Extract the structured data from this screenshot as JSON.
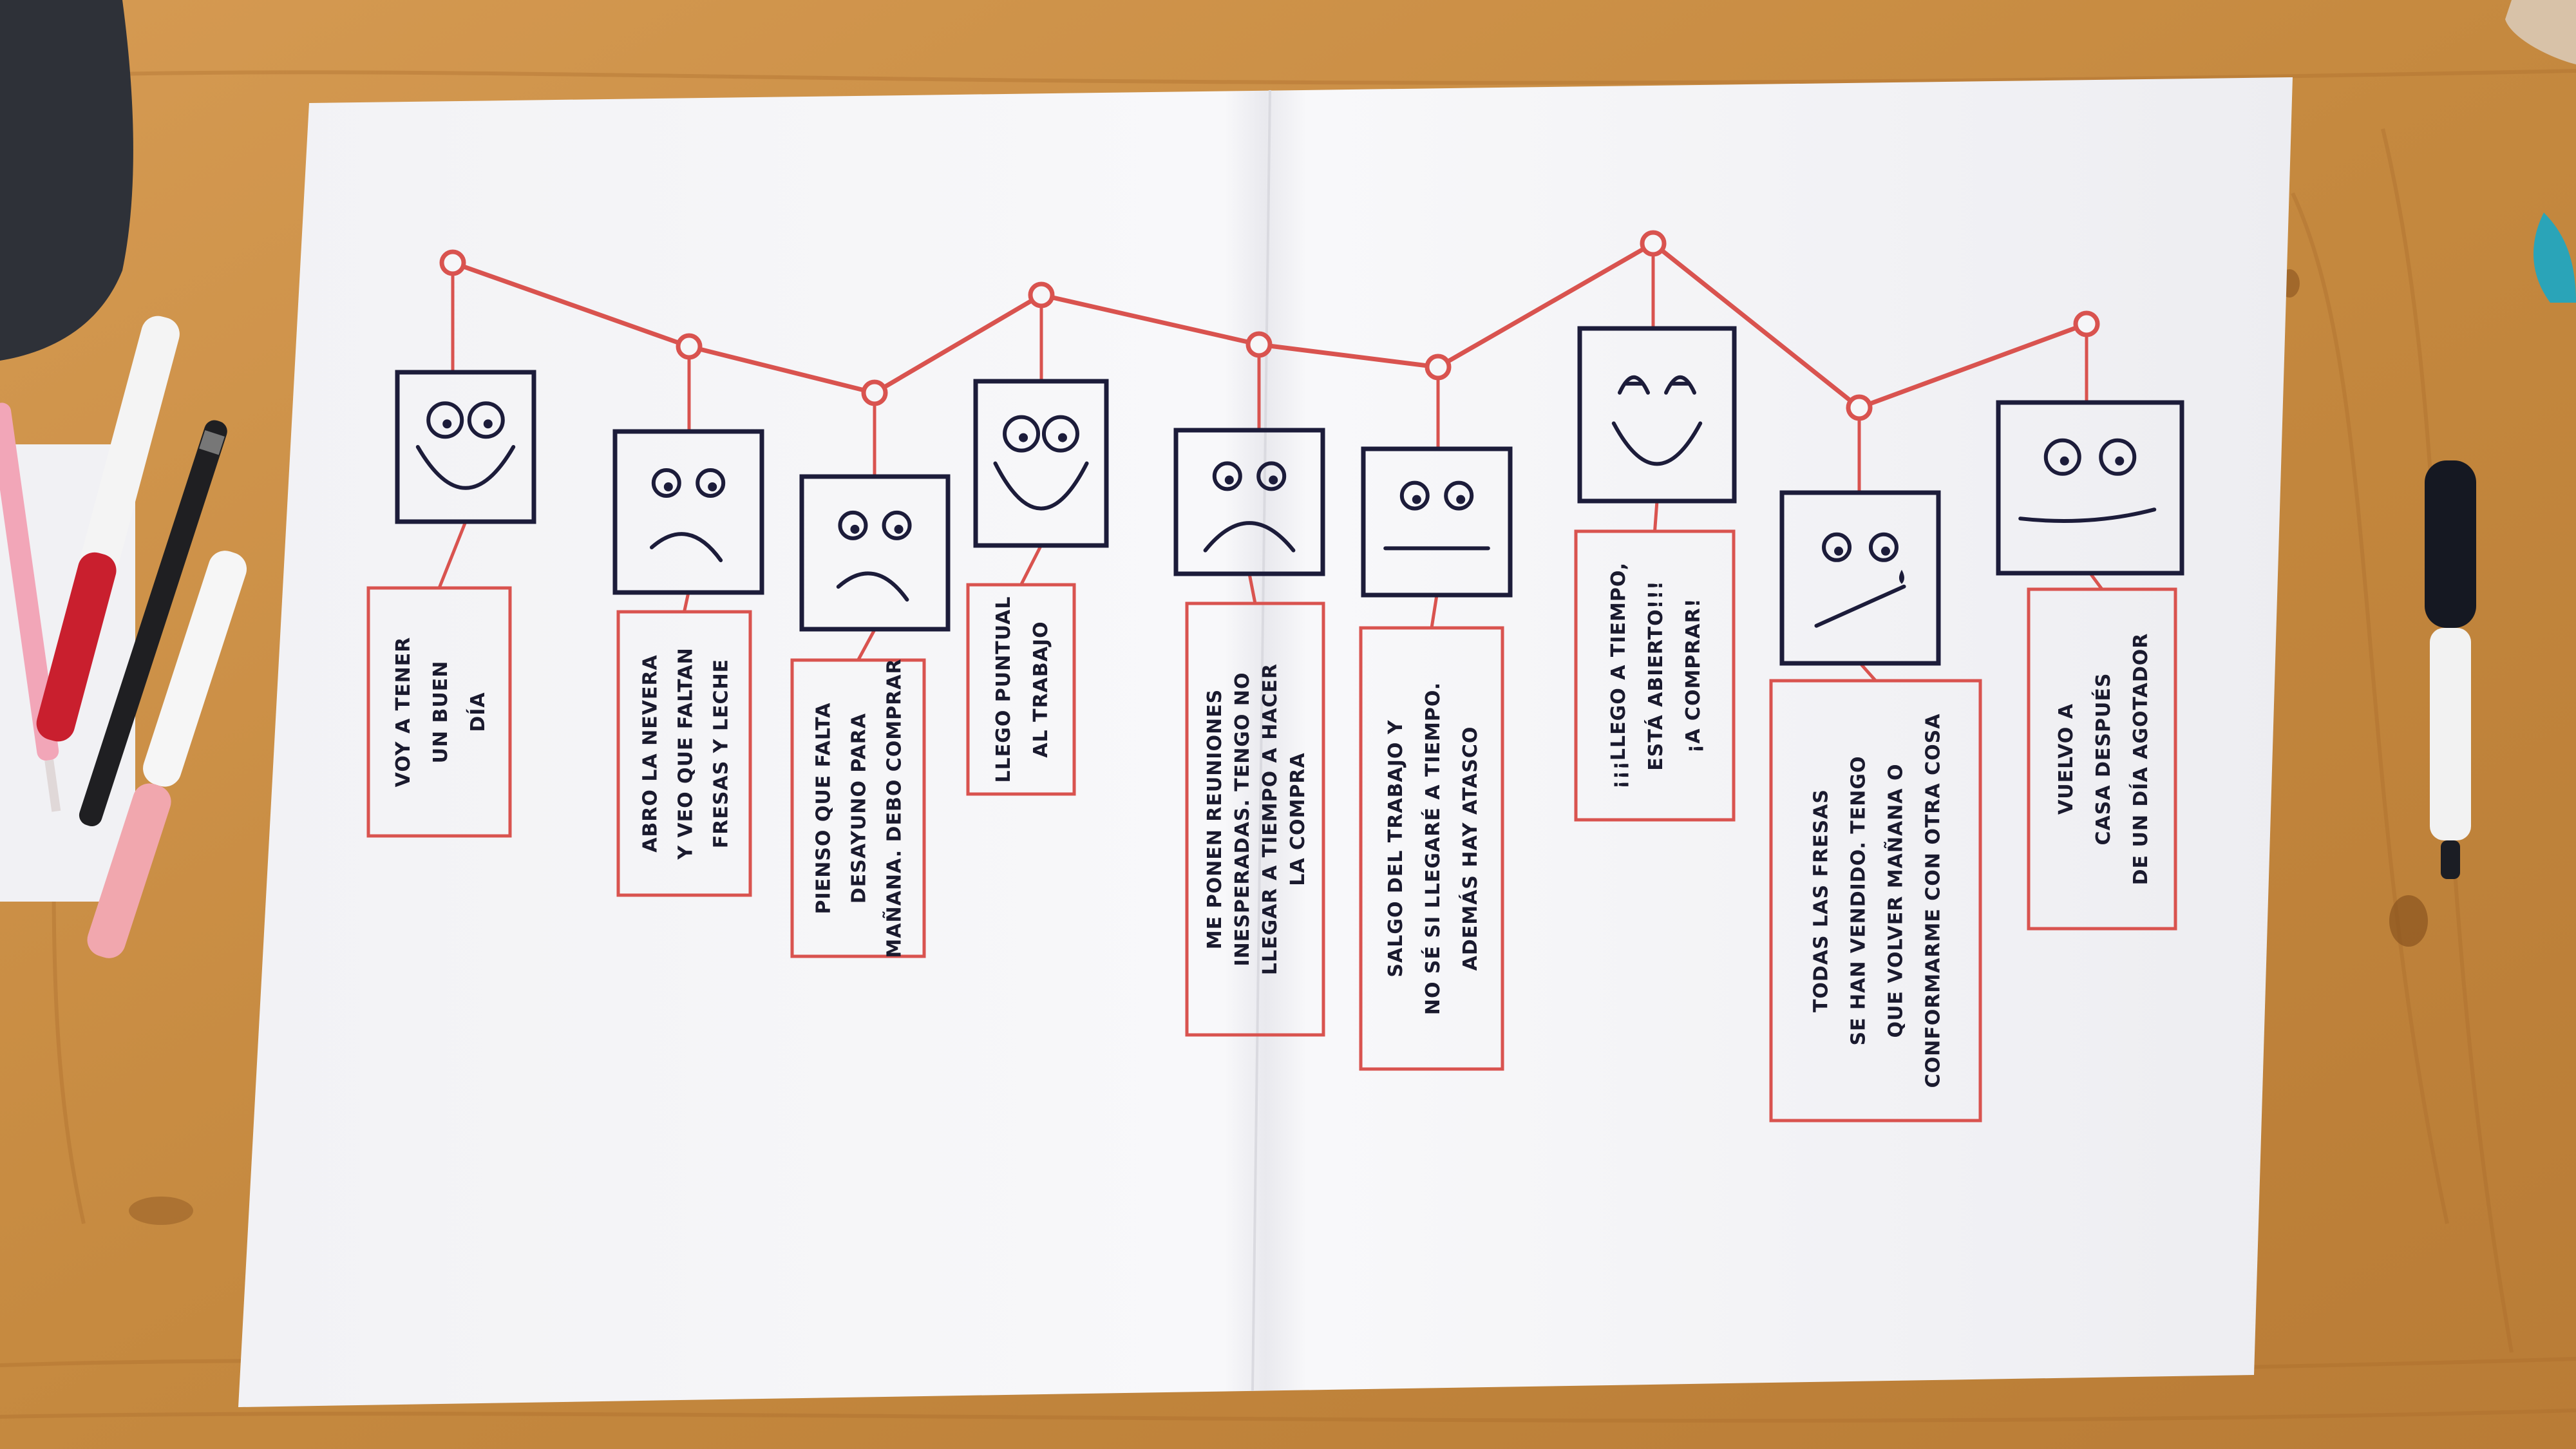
{
  "title": "",
  "colors": {
    "line": "#d9534f",
    "ink": "#1c1c3a",
    "paper": "#f6f6f8",
    "table": "#c98f48"
  },
  "journey": [
    {
      "id": "step-1",
      "emotion": "happy",
      "text": [
        "VOY A TENER",
        "UN BUEN",
        "DÍA"
      ]
    },
    {
      "id": "step-2",
      "emotion": "sad",
      "text": [
        "ABRO LA NEVERA",
        "Y VEO QUE FALTAN",
        "FRESAS Y LECHE"
      ]
    },
    {
      "id": "step-3",
      "emotion": "sad",
      "text": [
        "PIENSO QUE FALTA",
        "DESAYUNO PARA",
        "MAÑANA. DEBO COMPRAR"
      ]
    },
    {
      "id": "step-4",
      "emotion": "happy",
      "text": [
        "LLEGO PUNTUAL",
        "AL TRABAJO"
      ]
    },
    {
      "id": "step-5",
      "emotion": "very-sad",
      "text": [
        "ME PONEN REUNIONES",
        "INESPERADAS. TENGO NO",
        "LLEGAR A TIEMPO A HACER",
        "LA COMPRA"
      ]
    },
    {
      "id": "step-6",
      "emotion": "neutral",
      "text": [
        "SALGO DEL TRABAJO Y",
        "NO SÉ SI LLEGARÉ A TIEMPO.",
        "ADEMÁS HAY ATASCO"
      ]
    },
    {
      "id": "step-7",
      "emotion": "very-happy",
      "text": [
        "¡¡¡LLEGO A TIEMPO,",
        "ESTÁ ABIERTO!!!",
        "¡A COMPRAR!"
      ]
    },
    {
      "id": "step-8",
      "emotion": "frustrated",
      "text": [
        "TODAS LAS FRESAS",
        "SE HAN VENDIDO. TENGO",
        "QUE VOLVER MAÑANA O",
        "CONFORMARME CON OTRA COSA"
      ]
    },
    {
      "id": "step-9",
      "emotion": "content",
      "text": [
        "VUELVO A",
        "CASA DESPUÉS",
        "DE UN DÍA AGOTADOR"
      ]
    }
  ]
}
